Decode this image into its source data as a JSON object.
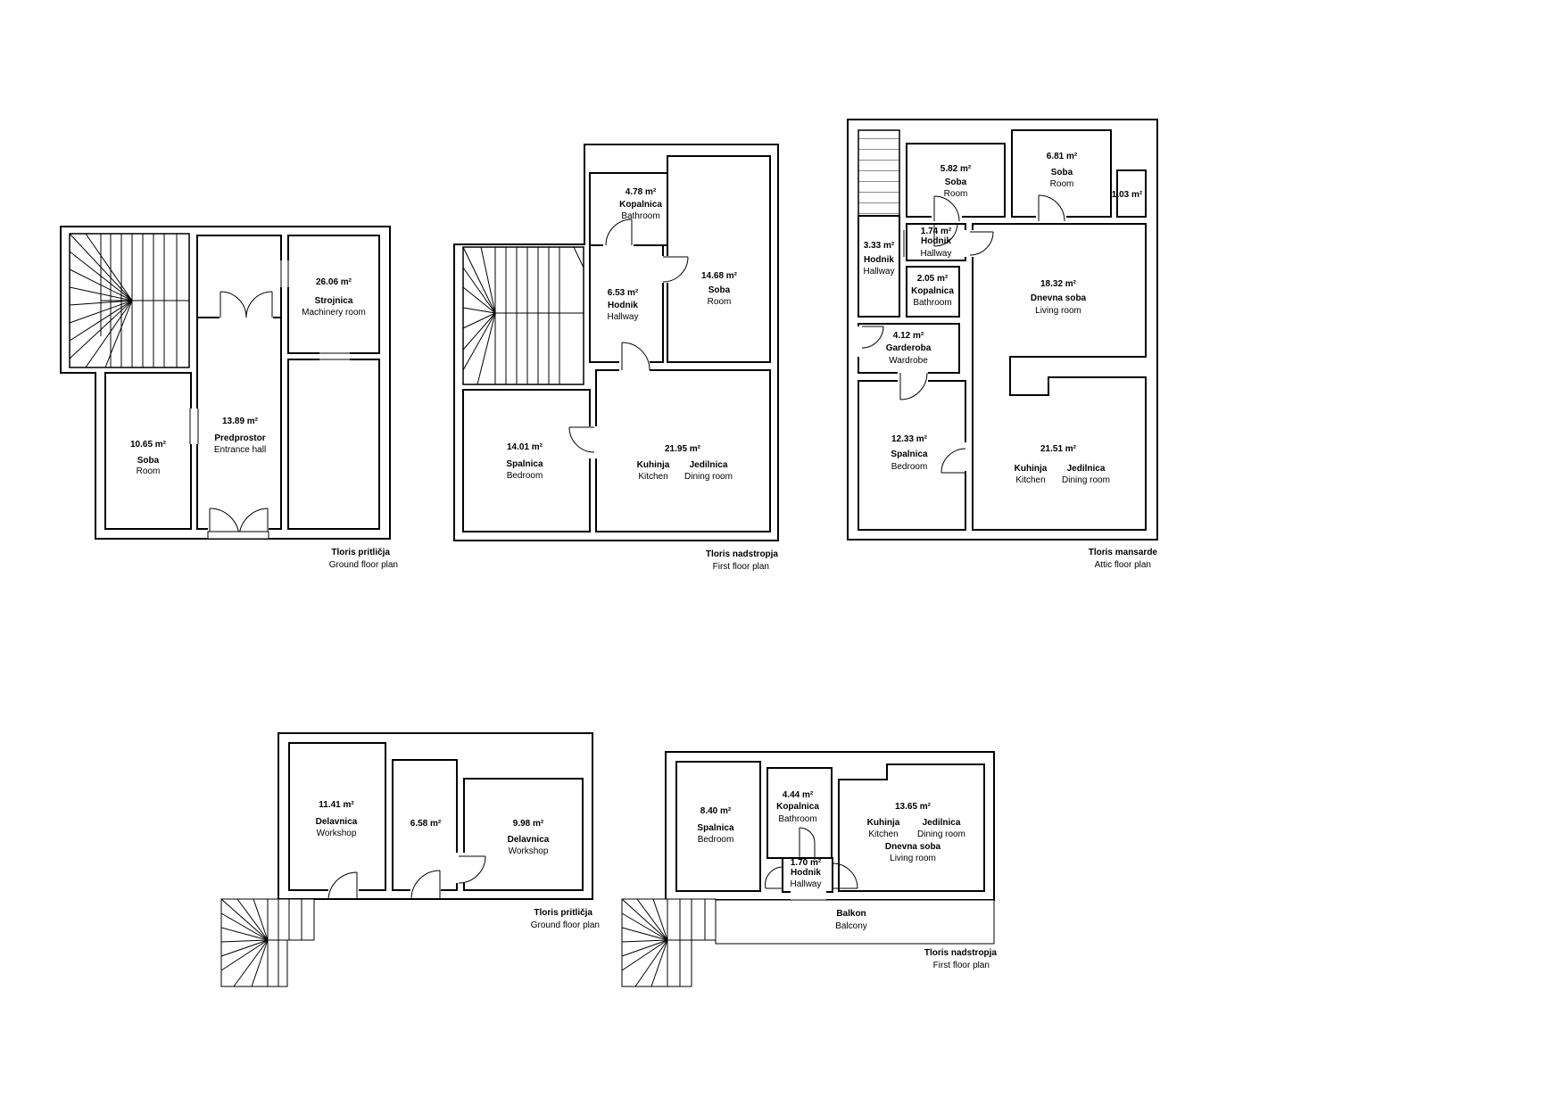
{
  "plan_a_ground": {
    "title": "Tloris pritličja",
    "subtitle": "Ground floor plan",
    "rooms": {
      "machinery": {
        "area": "26.06 m²",
        "name": "Strojnica",
        "en": "Machinery room"
      },
      "entrance": {
        "area": "13.89 m²",
        "name": "Predprostor",
        "en": "Entrance hall"
      },
      "room": {
        "area": "10.65 m²",
        "name": "Soba",
        "en": "Room"
      }
    }
  },
  "plan_a_first": {
    "title": "Tloris nadstropja",
    "subtitle": "First floor plan",
    "rooms": {
      "bathroom": {
        "area": "4.78 m²",
        "name": "Kopalnica",
        "en": "Bathroom"
      },
      "hallway": {
        "area": "6.53 m²",
        "name": "Hodnik",
        "en": "Hallway"
      },
      "room": {
        "area": "14.68 m²",
        "name": "Soba",
        "en": "Room"
      },
      "bedroom": {
        "area": "14.01 m²",
        "name": "Spalnica",
        "en": "Bedroom"
      },
      "kitchen": {
        "area": "21.95 m²",
        "name": "Kuhinja",
        "en": "Kitchen",
        "name2": "Jedilnica",
        "en2": "Dining room"
      }
    }
  },
  "plan_a_attic": {
    "title": "Tloris mansarde",
    "subtitle": "Attic floor plan",
    "rooms": {
      "room1": {
        "area": "5.82 m²",
        "name": "Soba",
        "en": "Room"
      },
      "room2": {
        "area": "6.81 m²",
        "name": "Soba",
        "en": "Room"
      },
      "closet": {
        "area": "1.03 m²"
      },
      "hall_small": {
        "area": "1.74 m²",
        "name": "Hodnik",
        "en": "Hallway"
      },
      "hall_left": {
        "area": "3.33 m²",
        "name": "Hodnik",
        "en": "Hallway"
      },
      "bathroom": {
        "area": "2.05 m²",
        "name": "Kopalnica",
        "en": "Bathroom"
      },
      "living": {
        "area": "18.32 m²",
        "name": "Dnevna soba",
        "en": "Living room"
      },
      "wardrobe": {
        "area": "4.12 m²",
        "name": "Garderoba",
        "en": "Wardrobe"
      },
      "bedroom": {
        "area": "12.33 m²",
        "name": "Spalnica",
        "en": "Bedroom"
      },
      "kitchen": {
        "area": "21.51 m²",
        "name": "Kuhinja",
        "en": "Kitchen",
        "name2": "Jedilnica",
        "en2": "Dining room"
      }
    }
  },
  "plan_b_ground": {
    "title": "Tloris pritličja",
    "subtitle": "Ground floor plan",
    "rooms": {
      "workshop1": {
        "area": "11.41 m²",
        "name": "Delavnica",
        "en": "Workshop"
      },
      "middle": {
        "area": "6.58 m²"
      },
      "workshop2": {
        "area": "9.98 m²",
        "name": "Delavnica",
        "en": "Workshop"
      }
    }
  },
  "plan_b_first": {
    "title": "Tloris nadstropja",
    "subtitle": "First floor plan",
    "rooms": {
      "bedroom": {
        "area": "8.40 m²",
        "name": "Spalnica",
        "en": "Bedroom"
      },
      "bathroom": {
        "area": "4.44 m²",
        "name": "Kopalnica",
        "en": "Bathroom"
      },
      "kitchen": {
        "area": "13.65 m²",
        "name": "Kuhinja",
        "en": "Kitchen",
        "name2": "Jedilnica",
        "en2": "Dining room",
        "name3": "Dnevna soba",
        "en3": "Living room"
      },
      "hallway": {
        "area": "1.70 m²",
        "name": "Hodnik",
        "en": "Hallway"
      },
      "balcony": {
        "name": "Balkon",
        "en": "Balcony"
      }
    }
  }
}
